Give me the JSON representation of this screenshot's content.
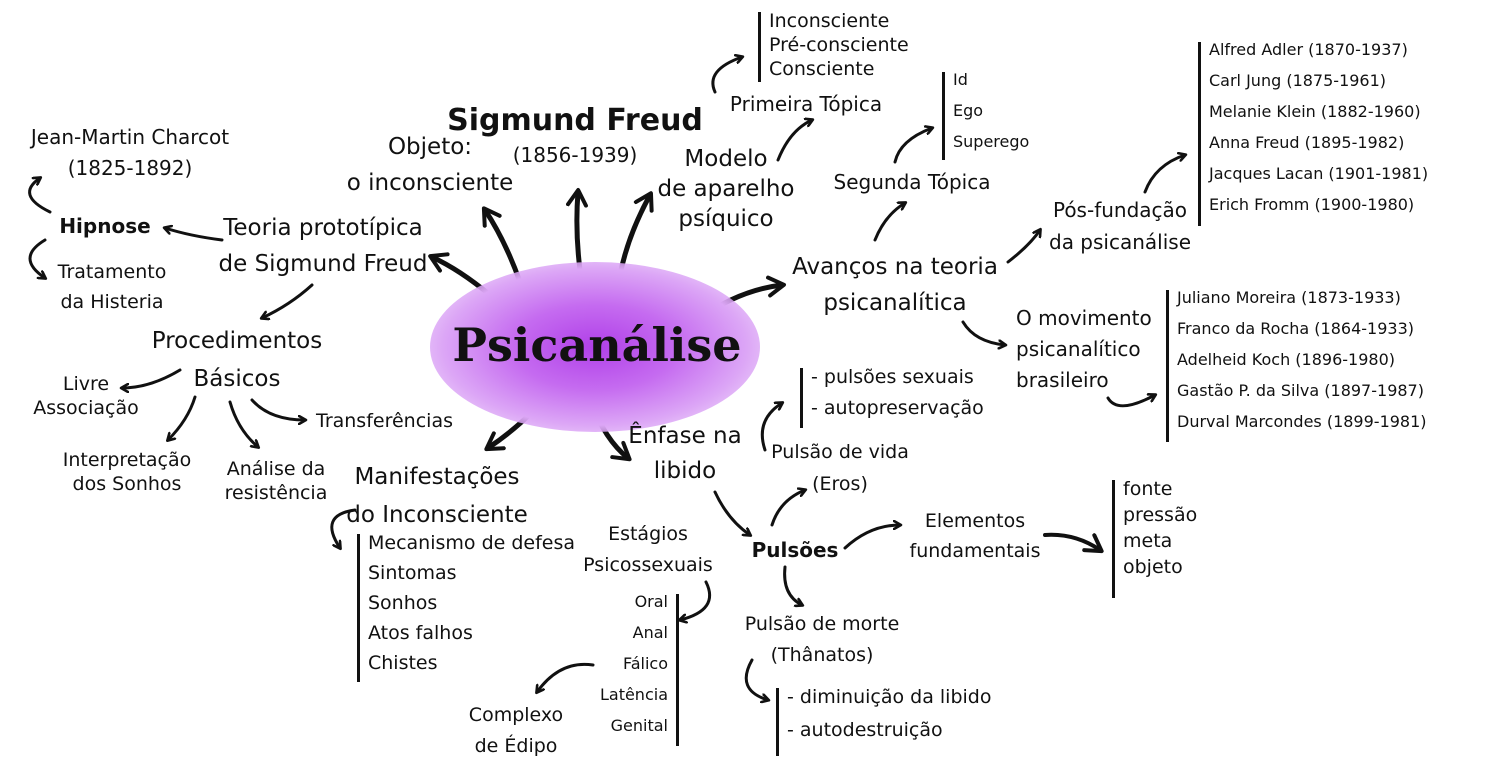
{
  "center": "Psicanálise",
  "freud": {
    "name": "Sigmund Freud",
    "years": "(1856-1939)"
  },
  "objeto": {
    "line1": "Objeto:",
    "line2": "o inconsciente"
  },
  "teoria": {
    "line1": "Teoria prototípica",
    "line2": "de Sigmund Freud"
  },
  "hipnose": "Hipnose",
  "charcot": {
    "line1": "Jean-Martin Charcot",
    "line2": "(1825-1892)"
  },
  "tratamento": {
    "line1": "Tratamento",
    "line2": "da Histeria"
  },
  "procedimentos": {
    "line1": "Procedimentos",
    "line2": "Básicos"
  },
  "livre": {
    "line1": "Livre",
    "line2": "Associação"
  },
  "interpretacao": {
    "line1": "Interpretação",
    "line2": "dos Sonhos"
  },
  "analise": {
    "line1": "Análise da",
    "line2": "resistência"
  },
  "transferencias": "Transferências",
  "manifestacoes": {
    "line1": "Manifestações",
    "line2": "do Inconsciente",
    "items": [
      "Mecanismo de defesa",
      "Sintomas",
      "Sonhos",
      "Atos falhos",
      "Chistes"
    ]
  },
  "modelo": {
    "line1": "Modelo",
    "line2": "de aparelho",
    "line3": "psíquico"
  },
  "primeira": {
    "label": "Primeira Tópica",
    "items": [
      "Inconsciente",
      "Pré-consciente",
      "Consciente"
    ]
  },
  "segunda": {
    "label": "Segunda Tópica",
    "items": [
      "Id",
      "Ego",
      "Superego"
    ]
  },
  "avancos": {
    "line1": "Avanços na teoria",
    "line2": "psicanalítica"
  },
  "posfundacao": {
    "line1": "Pós-fundação",
    "line2": "da psicanálise",
    "items": [
      "Alfred Adler (1870-1937)",
      "Carl Jung (1875-1961)",
      "Melanie Klein (1882-1960)",
      "Anna Freud (1895-1982)",
      "Jacques Lacan (1901-1981)",
      "Erich Fromm (1900-1980)"
    ]
  },
  "movimento": {
    "line1": "O movimento",
    "line2": "psicanalítico",
    "line3": "brasileiro",
    "items": [
      "Juliano Moreira (1873-1933)",
      "Franco da Rocha (1864-1933)",
      "Adelheid Koch (1896-1980)",
      "Gastão P. da Silva (1897-1987)",
      "Durval Marcondes (1899-1981)"
    ]
  },
  "enfase": {
    "line1": "Ênfase na",
    "line2": "libido"
  },
  "estagios": {
    "line1": "Estágios",
    "line2": "Psicossexuais",
    "items": [
      "Oral",
      "Anal",
      "Fálico",
      "Latência",
      "Genital"
    ]
  },
  "complexo": {
    "line1": "Complexo",
    "line2": "de Édipo"
  },
  "pulsoes": "Pulsões",
  "vida": {
    "line1": "Pulsão de vida",
    "line2": "(Eros)",
    "items": [
      "- pulsões sexuais",
      "- autopreservação"
    ]
  },
  "morte": {
    "line1": "Pulsão de morte",
    "line2": "(Thânatos)",
    "items": [
      "- diminuição da libido",
      "- autodestruição"
    ]
  },
  "elementos": {
    "line1": "Elementos",
    "line2": "fundamentais",
    "items": [
      "fonte",
      "pressão",
      "meta",
      "objeto"
    ]
  },
  "colors": {
    "blob": "#c56bf0",
    "ink": "#111111"
  }
}
